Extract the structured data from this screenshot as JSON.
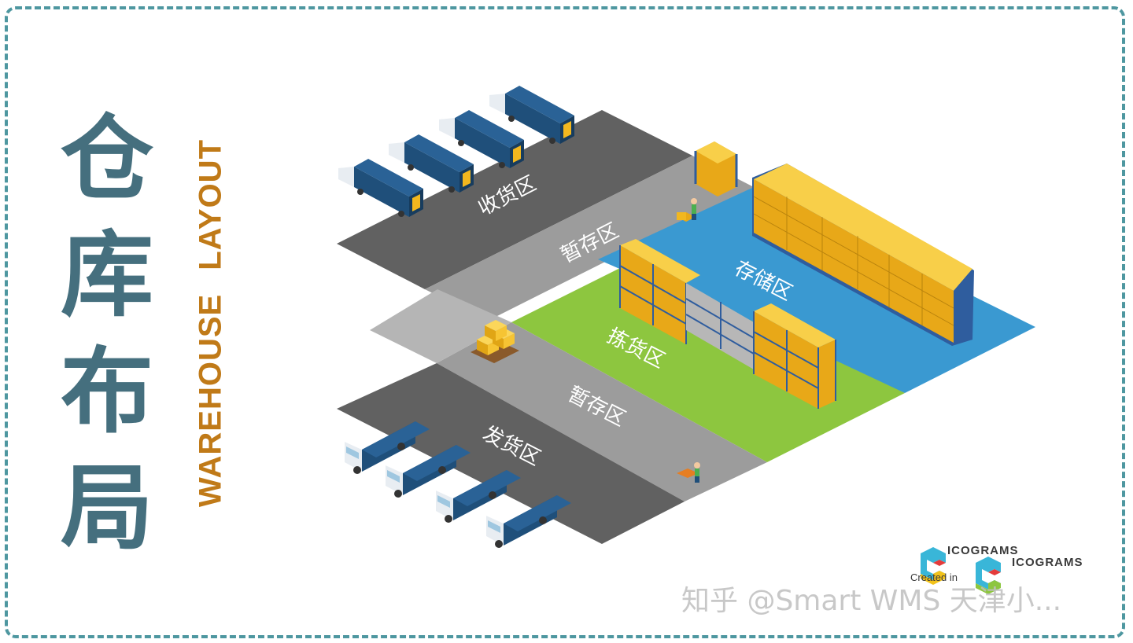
{
  "title": {
    "cn_chars": [
      "仓",
      "库",
      "布",
      "局"
    ],
    "en_word1": "WAREHOUSE",
    "en_word2": "LAYOUT"
  },
  "zones": {
    "receiving": "收货区",
    "staging_in": "暂存区",
    "storage": "存储区",
    "picking": "拣货区",
    "staging_out": "暂存区",
    "shipping": "发货区"
  },
  "logo": {
    "name": "ICOGRAMS",
    "created_in": "Created in"
  },
  "watermark": "知乎 @Smart WMS 天津小...",
  "colors": {
    "frame": "#4e97a0",
    "title_cn": "#456f7e",
    "title_en": "#c07a18",
    "floor_dark": "#616161",
    "floor_light": "#9c9c9c",
    "storage_zone": "#3a99d1",
    "picking_zone": "#8dc63f",
    "truck": "#1f4f7a",
    "box": "#f2b71f",
    "rack": "#2f5d9e"
  }
}
